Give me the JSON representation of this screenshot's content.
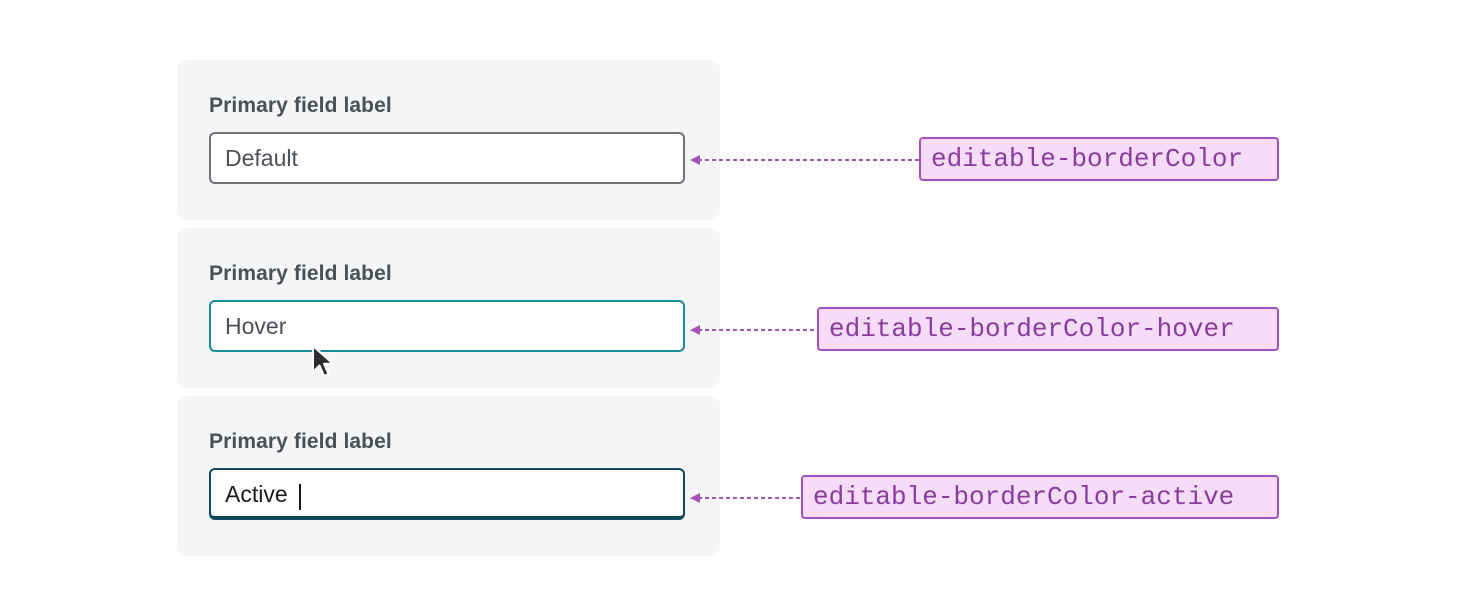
{
  "fields": [
    {
      "label": "Primary field label",
      "value": "Default",
      "state": "default",
      "token": "editable-borderColor"
    },
    {
      "label": "Primary field label",
      "value": "Hover",
      "state": "hover",
      "token": "editable-borderColor-hover"
    },
    {
      "label": "Primary field label",
      "value": "Active",
      "state": "active",
      "token": "editable-borderColor-active"
    }
  ],
  "colors": {
    "panel_bg": "#f4f5f7",
    "border_default": "#6f7479",
    "border_hover": "#1a8aa0",
    "border_active": "#0d4b5c",
    "token_bg": "#f6dcf8",
    "token_border": "#a452b8",
    "token_text": "#8a3ba0"
  },
  "icons": {
    "pointer": "mouse-pointer-icon",
    "caret": "text-caret-icon"
  }
}
